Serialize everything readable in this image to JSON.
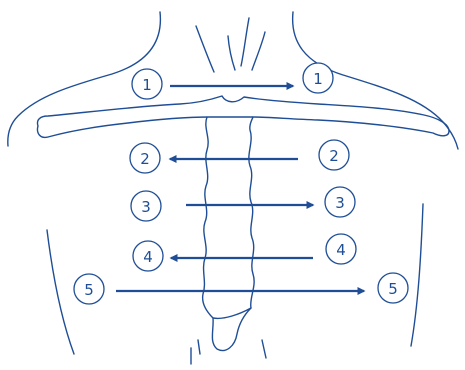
{
  "diagram": {
    "accent_color": "#1f4e96",
    "step_labels": {
      "s1_left": "1",
      "s1_right": "1",
      "s2_left": "2",
      "s2_right": "2",
      "s3_left": "3",
      "s3_right": "3",
      "s4_left": "4",
      "s4_right": "4",
      "s5_left": "5",
      "s5_right": "5"
    },
    "steps": [
      {
        "step": 1,
        "direction": "left-to-right"
      },
      {
        "step": 2,
        "direction": "right-to-left"
      },
      {
        "step": 3,
        "direction": "left-to-right"
      },
      {
        "step": 4,
        "direction": "right-to-left"
      },
      {
        "step": 5,
        "direction": "left-to-right"
      }
    ]
  }
}
